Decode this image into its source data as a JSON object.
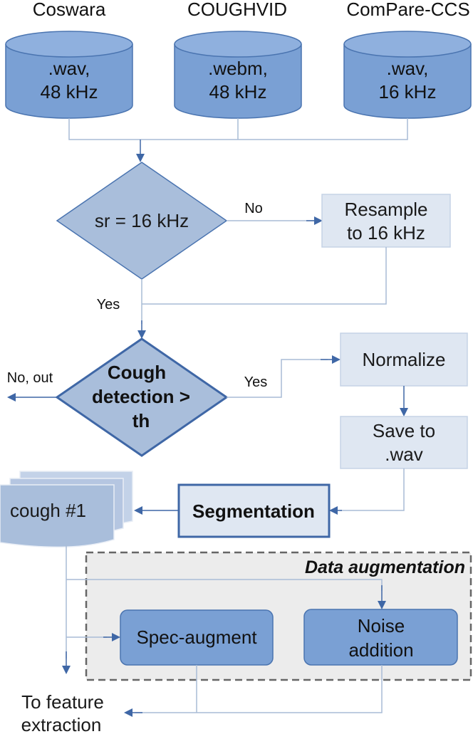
{
  "sources": [
    {
      "name": "Coswara",
      "format_line1": ".wav,",
      "format_line2": "48 kHz"
    },
    {
      "name": "COUGHVID",
      "format_line1": ".webm,",
      "format_line2": "48 kHz"
    },
    {
      "name": "ComPare-CCS",
      "format_line1": ".wav,",
      "format_line2": "16 kHz"
    }
  ],
  "decision_sr": {
    "label": "sr = 16 kHz",
    "no_label": "No",
    "yes_label": "Yes"
  },
  "resample": {
    "line1": "Resample",
    "line2": "to 16 kHz"
  },
  "cough_detection": {
    "line1": "Cough",
    "line2": "detection >",
    "line3": "th",
    "yes_label": "Yes",
    "no_label": "No, out"
  },
  "normalize": {
    "label": "Normalize"
  },
  "save": {
    "line1": "Save to",
    "line2": ".wav"
  },
  "segmentation": {
    "label": "Segmentation"
  },
  "cough_doc": {
    "label": "cough #1"
  },
  "augmentation": {
    "title": "Data augmentation",
    "spec": {
      "label": "Spec-augment"
    },
    "noise": {
      "line1": "Noise",
      "line2": "addition"
    }
  },
  "output": {
    "line1": "To feature",
    "line2": "extraction"
  },
  "colors": {
    "blue_fill": "#7aa0d4",
    "blue_stroke": "#4a74b0",
    "light_fill": "#dfe7f2",
    "diamond_fill": "#a9bedb",
    "arrow": "#3f67a6",
    "line": "#a9bcd6"
  }
}
